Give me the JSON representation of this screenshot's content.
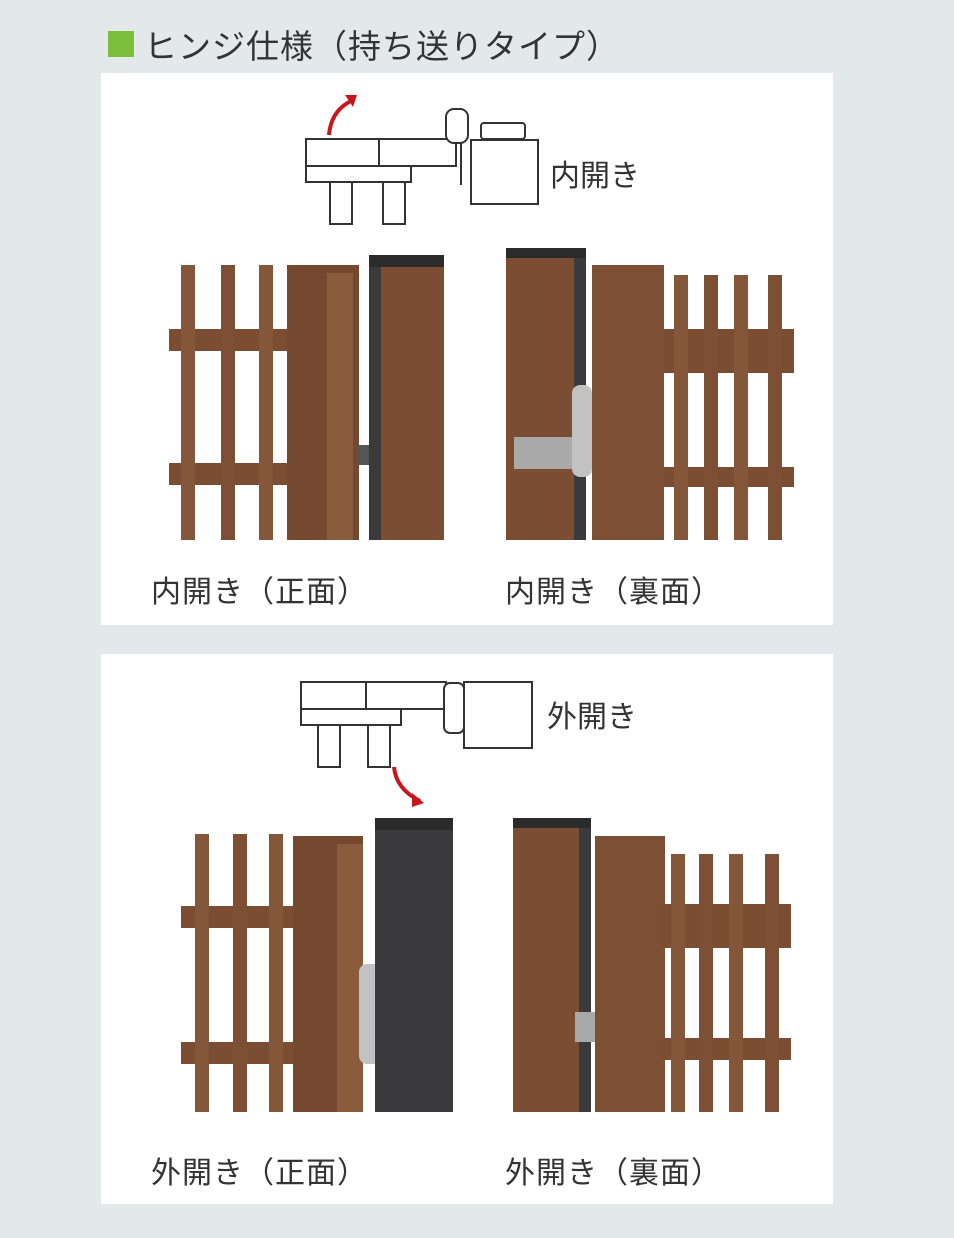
{
  "header": {
    "title": "ヒンジ仕様（持ち送りタイプ）"
  },
  "colors": {
    "accent": "#7dbd3c",
    "wood": "#7b4e34",
    "post": "#3a3a3c",
    "arrow": "#c8161d",
    "hinge": "#b8b8b8"
  },
  "panels": [
    {
      "diagram_label": "内開き",
      "captions": [
        "内開き（正面）",
        "内開き（裏面）"
      ]
    },
    {
      "diagram_label": "外開き",
      "captions": [
        "外開き（正面）",
        "外開き（裏面）"
      ]
    }
  ]
}
